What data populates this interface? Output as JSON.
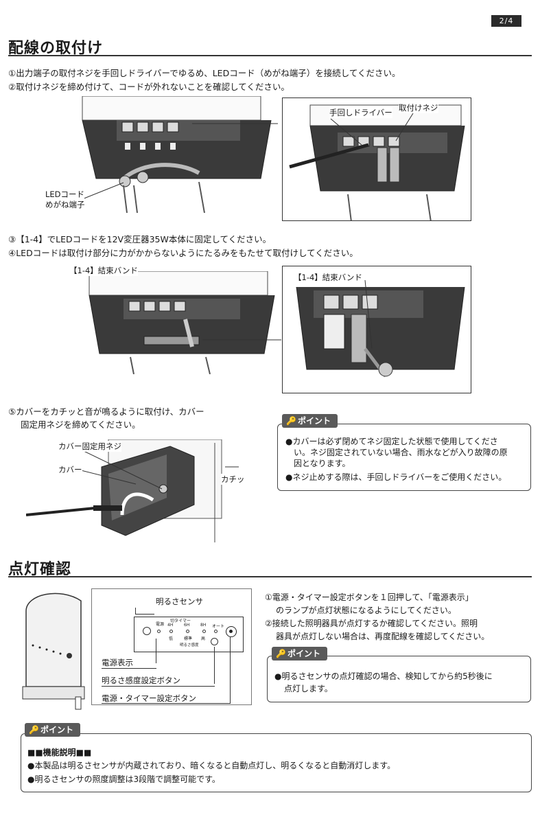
{
  "page_number": "2/4",
  "wiring": {
    "title": "配線の取付け",
    "step1": "①出力端子の取付ネジを手回しドライバーでゆるめ、LEDコード（めがね端子）を接続してください。",
    "step2": "②取付けネジを締め付けて、コードが外れないことを確認してください。",
    "fig1": {
      "label_led_line1": "LEDコード",
      "label_led_line2": "めがね端子",
      "zoom_label_driver": "手回しドライバー",
      "zoom_label_screw": "取付けネジ"
    },
    "step3": "③【1-4】でLEDコードを12V変圧器35W本体に固定してください。",
    "step4": "④LEDコードは取付け部分に力がかからないようにたるみをもたせて取付けしてください。",
    "fig2": {
      "label_band": "【1-4】結束バンド",
      "zoom_label_band": "【1-4】結束バンド"
    },
    "step5_line1": "⑤カバーをカチッと音が鳴るように取付け、カバー",
    "step5_line2": "固定用ネジを締めてください。",
    "fig3": {
      "label_screw": "カバー固定用ネジ",
      "label_cover": "カバー",
      "label_click": "カチッ"
    },
    "point1": {
      "tag": "ポイント",
      "b1_line1": "●カバーは必ず閉めてネジ固定した状態で使用してくださ",
      "b1_line2": "い。ネジ固定されていない場合、雨水などが入り故障の原",
      "b1_line3": "因となります。",
      "b2": "●ネジ止めする際は、手回しドライバーをご使用ください。"
    }
  },
  "lighting": {
    "title": "点灯確認",
    "fig": {
      "label_sensor": "明るさセンサ",
      "label_power_display": "電源表示",
      "label_sensitivity": "明るさ感度設定ボタン",
      "label_timer": "電源・タイマー設定ボタン",
      "panel_timer": "切タイマー",
      "panel_4h": "4H",
      "panel_6h": "6H",
      "panel_8h": "8H",
      "panel_on": "オート",
      "panel_power": "電源",
      "panel_low": "低",
      "panel_std": "標準",
      "panel_high": "高",
      "panel_sens": "明るさ感度"
    },
    "step1_line1": "①電源・タイマー設定ボタンを１回押して、「電源表示」",
    "step1_line2": "のランプが点灯状態になるようにしてください。",
    "step2_line1": "②接続した照明器具が点灯するか確認してください。照明",
    "step2_line2": "器具が点灯しない場合は、再度配線を確認してください。",
    "point2": {
      "tag": "ポイント",
      "line1": "●明るさセンサの点灯確認の場合、検知してから約5秒後に",
      "line2": "点灯します。"
    },
    "point3": {
      "tag": "ポイント",
      "heading": "■■機能説明■■",
      "b1": "●本製品は明るさセンサが内蔵されており、暗くなると自動点灯し、明るくなると自動消灯します。",
      "b2": "●明るさセンサの照度調整は3段階で調整可能です。"
    }
  }
}
